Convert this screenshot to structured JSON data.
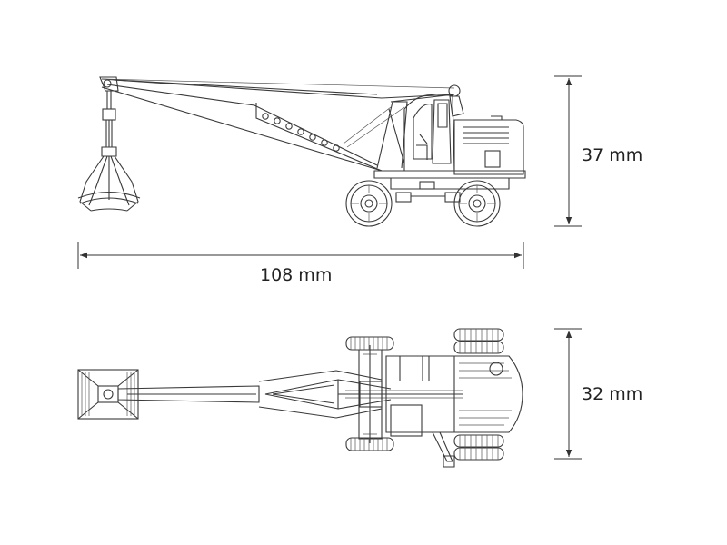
{
  "dimensions": {
    "side_height": "37 mm",
    "overall_length": "108 mm",
    "top_width": "32 mm"
  },
  "colors": {
    "line": "#3a3a3a",
    "text": "#222222",
    "background": "#ffffff"
  }
}
